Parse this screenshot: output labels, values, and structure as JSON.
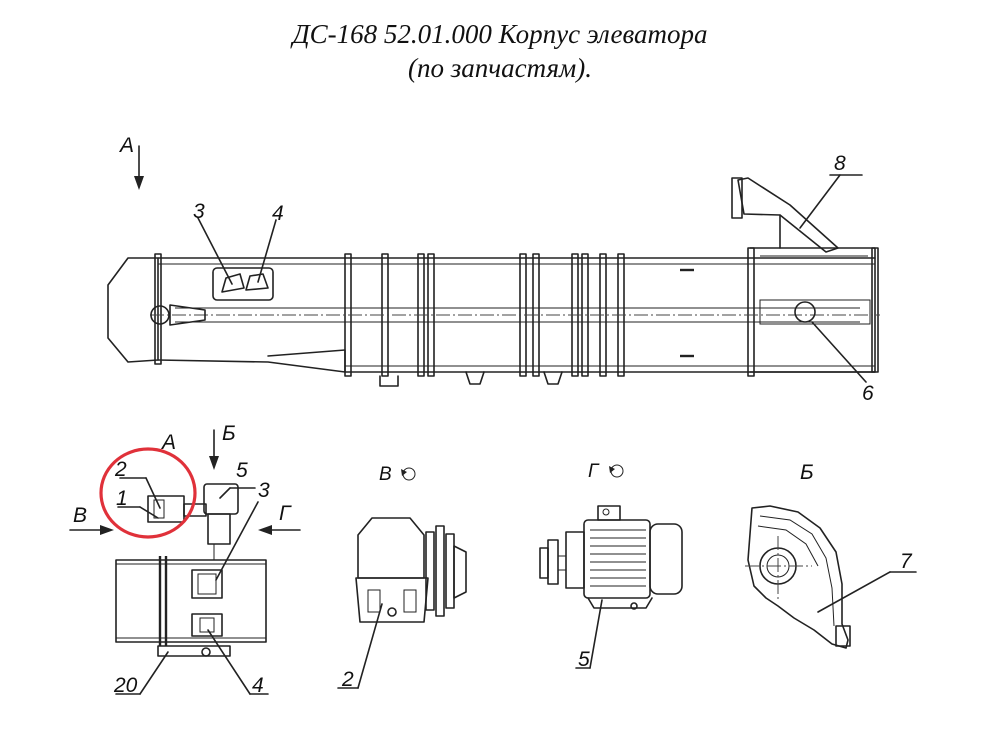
{
  "title": {
    "line1": "ДС-168 52.01.000 Корпус элеватора",
    "line2": "(по запчастям)."
  },
  "view_labels": {
    "a_top": "А",
    "a_view": "А",
    "b_arrow": "Б",
    "v_arrow": "В",
    "g_arrow": "Г",
    "v_view": "В",
    "g_view": "Г",
    "b_view": "Б"
  },
  "callouts": {
    "n1": "1",
    "n2": "2",
    "n3_main": "3",
    "n4_main": "4",
    "n3_detail": "3",
    "n4_detail": "4",
    "n5_detail": "5",
    "n2_view_v": "2",
    "n5_view_g": "5",
    "n6": "6",
    "n7": "7",
    "n8": "8",
    "n20": "20"
  },
  "highlight_color": "#e0313a"
}
